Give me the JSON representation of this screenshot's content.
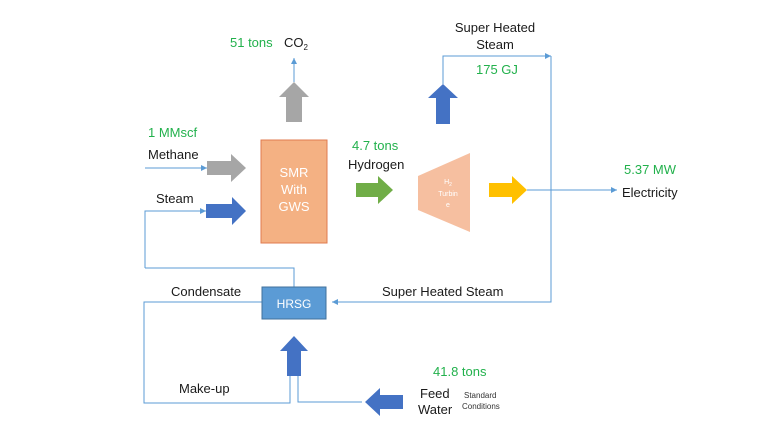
{
  "colors": {
    "flow_line": "#5b9bd5",
    "value_green": "#22b14c",
    "smr_fill": "#f4b183",
    "smr_stroke": "#e07b4f",
    "turbine_fill": "#f6bfa0",
    "hrsg_fill": "#5b9bd5",
    "arrow_blue": "#4472c4",
    "arrow_gray": "#a6a6a6",
    "arrow_green": "#70ad47",
    "arrow_yellow": "#ffc000"
  },
  "labels": {
    "co2_value": "51 tons",
    "co2_name": "CO",
    "co2_sub": "2",
    "steam_top_line1": "Super Heated",
    "steam_top_line2": "Steam",
    "steam_top_value": "175 GJ",
    "methane_value": "1 MMscf",
    "methane_name": "Methane",
    "steam_in": "Steam",
    "hydrogen_value": "4.7 tons",
    "hydrogen_name": "Hydrogen",
    "electricity_value": "5.37 MW",
    "electricity_name": "Electricity",
    "condensate": "Condensate",
    "steam_return": "Super Heated Steam",
    "makeup": "Make-up",
    "feed_value": "41.8 tons",
    "feed_line1": "Feed",
    "feed_line2": "Water",
    "std_line1": "Standard",
    "std_line2": "Conditions"
  },
  "blocks": {
    "smr_line1": "SMR",
    "smr_line2": "With",
    "smr_line3": "GWS",
    "turbine_h": "H",
    "turbine_h_sub": "2",
    "turbine_line2": "Turbin",
    "turbine_line3": "e",
    "hrsg": "HRSG"
  }
}
